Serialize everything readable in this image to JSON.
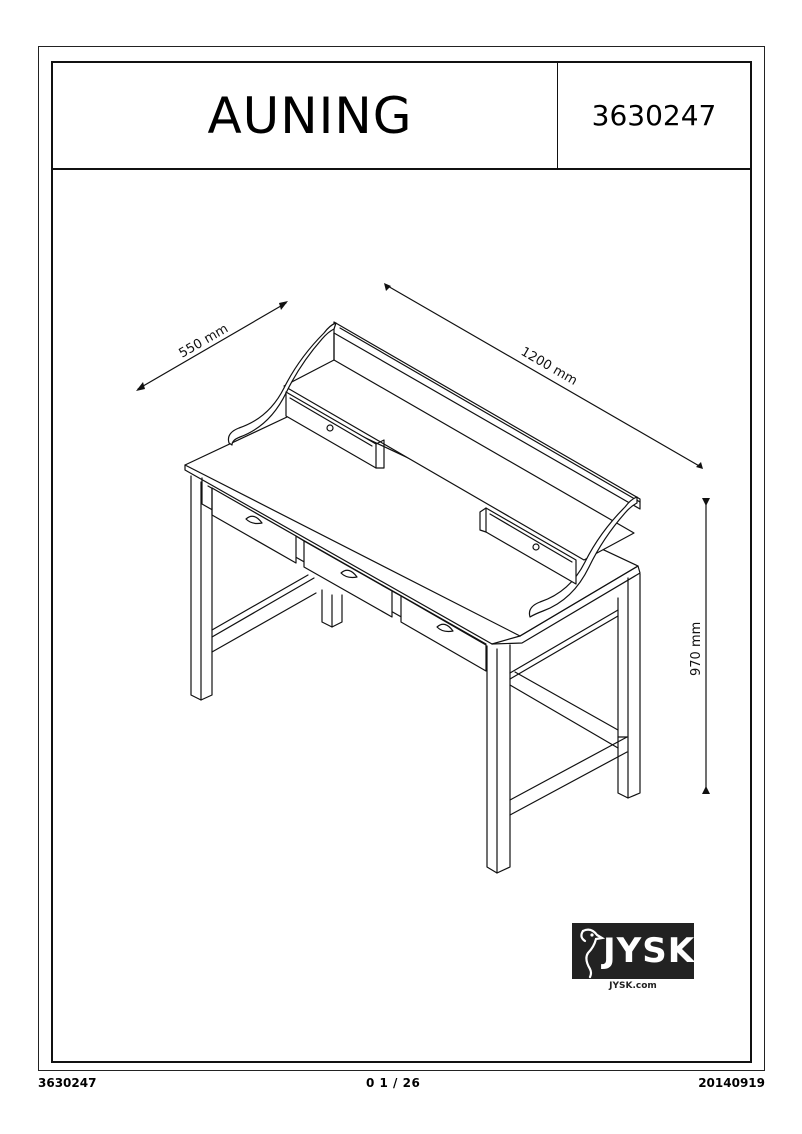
{
  "header": {
    "product_name": "AUNING",
    "article_number": "3630247"
  },
  "dimensions": {
    "depth": "550 mm",
    "width": "1200 mm",
    "height": "970 mm"
  },
  "illustration": {
    "subject": "desk-with-hutch-isometric",
    "drawers_main": 3,
    "drawers_hutch": 2
  },
  "logo": {
    "brand": "JYSK",
    "url": "JYSK.com",
    "icon": "bird-icon"
  },
  "footer": {
    "article_number": "3630247",
    "page": "0 1 / 26",
    "date": "20140919"
  },
  "colors": {
    "line": "#111111",
    "logo_bg": "#222222",
    "background": "#ffffff"
  }
}
